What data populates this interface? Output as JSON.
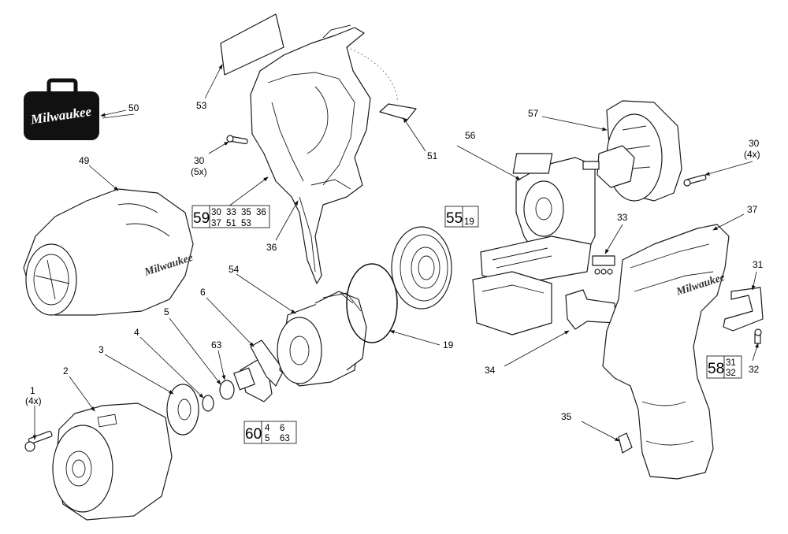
{
  "brand": "Milwaukee",
  "colors": {
    "line": "#1a1a1a",
    "case": "#111111",
    "background": "#ffffff"
  },
  "callouts": {
    "p1": "1",
    "p1q": "(4x)",
    "p2": "2",
    "p3": "3",
    "p4": "4",
    "p5": "5",
    "p6": "6",
    "p19": "19",
    "p30a": "30",
    "p30aq": "(5x)",
    "p30b": "30",
    "p30bq": "(4x)",
    "p31": "31",
    "p32": "32",
    "p33": "33",
    "p34": "34",
    "p35": "35",
    "p36": "36",
    "p37": "37",
    "p49": "49",
    "p50": "50",
    "p51": "51",
    "p53": "53",
    "p54": "54",
    "p56": "56",
    "p57": "57",
    "p63": "63"
  },
  "kits": {
    "k59": {
      "main": "59",
      "items": [
        "30",
        "33",
        "35",
        "36",
        "37",
        "51",
        "53"
      ]
    },
    "k55": {
      "main": "55",
      "items": [
        "19"
      ]
    },
    "k58": {
      "main": "58",
      "items": [
        "31",
        "32"
      ]
    },
    "k60": {
      "main": "60",
      "items": [
        "4",
        "5",
        "6",
        "63"
      ]
    }
  }
}
